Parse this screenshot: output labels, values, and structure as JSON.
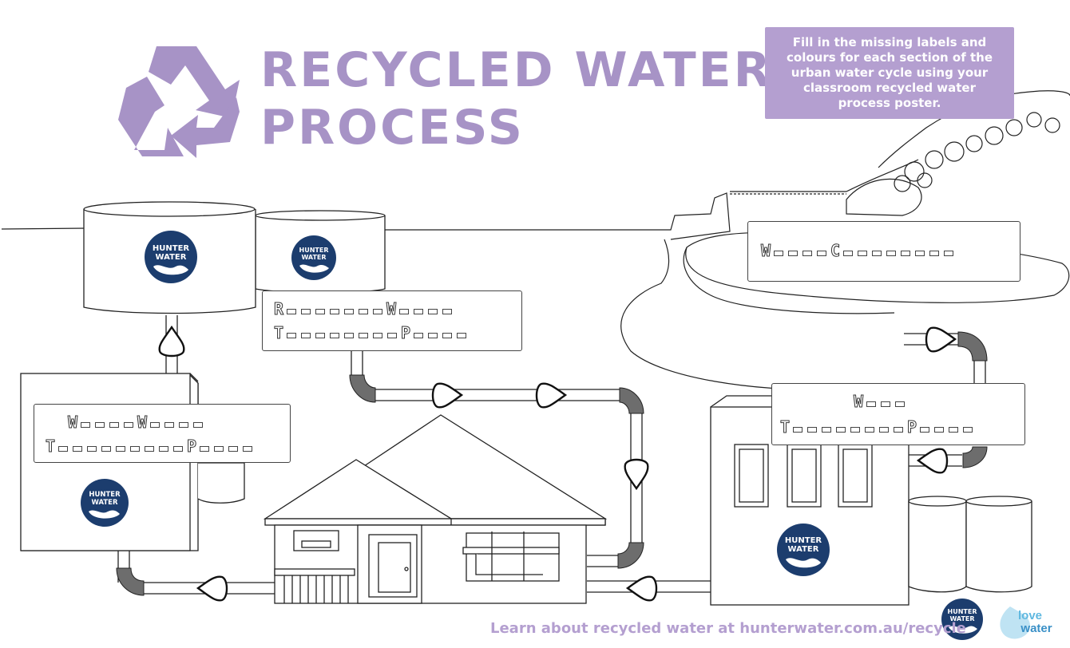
{
  "title": {
    "line1": "RECYCLED WATER",
    "line2": "PROCESS"
  },
  "instructions": "Fill in the missing labels and colours for each section of the urban water cycle using your classroom recycled water process poster.",
  "labels": {
    "recycled_treatment": {
      "line1": [
        {
          "l": "R",
          "n": 7
        },
        {
          "l": "W",
          "n": 4
        }
      ],
      "line2": [
        {
          "l": "T",
          "n": 8
        },
        {
          "l": "P",
          "n": 4
        }
      ]
    },
    "water_catchment": {
      "line1": [
        {
          "l": "W",
          "n": 4
        },
        {
          "l": "C",
          "n": 8
        }
      ]
    },
    "water_treatment_left": {
      "line1": [
        {
          "l": "W",
          "n": 4
        },
        {
          "l": "W",
          "n": 4
        }
      ],
      "line2": [
        {
          "l": "T",
          "n": 9
        },
        {
          "l": "P",
          "n": 4
        }
      ]
    },
    "water_treatment_right": {
      "line1": [
        {
          "l": "W",
          "n": 3
        }
      ],
      "line2": [
        {
          "l": "T",
          "n": 8
        },
        {
          "l": "P",
          "n": 4
        }
      ]
    }
  },
  "logo": {
    "line1": "HUNTER",
    "line2": "WATER"
  },
  "love_logo": {
    "line1": "love",
    "line2": "water"
  },
  "footer": "Learn about recycled water at hunterwater.com.au/recycle",
  "colors": {
    "purple": "#a793c6",
    "purple_box": "#b49fd0",
    "navy": "#1c3d6e",
    "pipe_joint": "#6d6d6d",
    "love_blue": "#5fb8e0"
  }
}
